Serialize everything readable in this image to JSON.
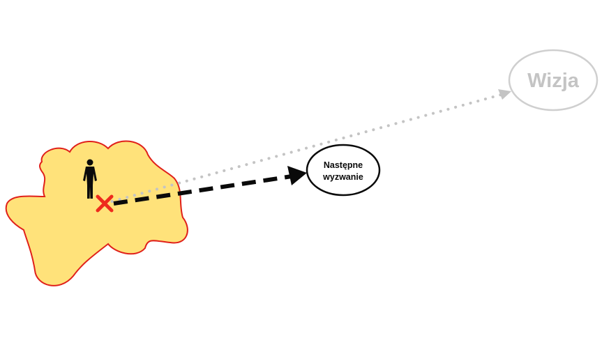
{
  "next_challenge": {
    "line1": "Następne",
    "line2": "wyzwanie"
  },
  "vision": {
    "label": "Wizja"
  },
  "colors": {
    "comfort_zone_fill": "#ffe27a",
    "comfort_zone_stroke": "#e0201a",
    "current_position_marker": "#ee2b1d",
    "person": "#0a0a0a",
    "next_challenge_path": "#0a0a0a",
    "vision_path": "#c4c4c4",
    "vision_text": "#c4c4c4"
  },
  "icons": {
    "person": "person-silhouette-icon",
    "current_position": "x-mark-icon"
  }
}
